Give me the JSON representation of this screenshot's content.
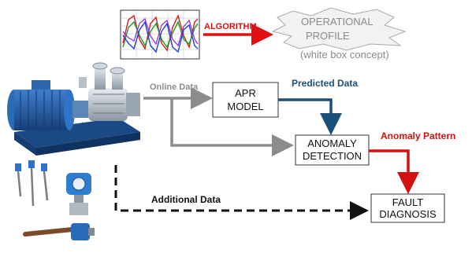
{
  "labels": {
    "algorithm": "ALGORITHM",
    "operational_line1": "OPERATIONAL",
    "operational_line2": "PROFILE",
    "white_box": "(white box concept)",
    "online_data": "Online Data",
    "predicted_data": "Predicted Data",
    "anomaly_pattern": "Anomaly Pattern",
    "additional_data": "Additional Data"
  },
  "boxes": {
    "apr_line1": "APR",
    "apr_line2": "MODEL",
    "anomaly_line1": "ANOMALY",
    "anomaly_line2": "DETECTION",
    "fault_line1": "FAULT",
    "fault_line2": "DIAGNOSIS"
  },
  "colors": {
    "algorithm_red": "#e01010",
    "predicted_blue": "#1a4f7a",
    "anomaly_red": "#d41010",
    "online_grey": "#8c8c8c",
    "dashed_black": "#111111",
    "pump_blue": "#1f5aa0"
  }
}
